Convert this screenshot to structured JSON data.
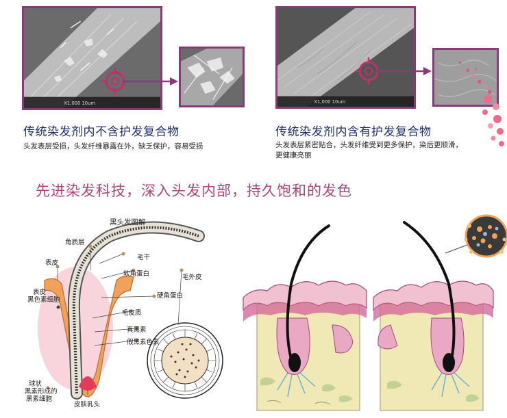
{
  "top_left": {
    "title": "传统染发剂内不含护发复合物",
    "desc": "头发表层受损，头发纤维暴露在外，缺乏保护，容易受损",
    "photo_scale_text": "X1,000   10um"
  },
  "top_right": {
    "title": "传统染发剂内含有护发复合物",
    "desc_line1": "头发表层紧密贴合，头发纤维受到更多保护，染后更顺滑，",
    "desc_line2": "更健康亮丽",
    "photo_scale_text": "X1,000   10um"
  },
  "headline": "先进染发科技，深入头发内部，持久饱和的发色",
  "hair_diagram": {
    "title": "黑头发图解",
    "labels": {
      "cuticle": "角质层",
      "epidermis": "表皮",
      "hair_shaft": "毛干",
      "soft_keratin": "软角蛋白",
      "outer_sheath": "毛外皮",
      "epidermal_melanocyte_1": "表皮",
      "epidermal_melanocyte_2": "黑色素细胞",
      "hard_keratin": "硬角蛋白",
      "cortex": "毛皮质",
      "eumelanin": "真黑素",
      "pheomelanin": "假黑素色素",
      "bulb_1": "球状",
      "bulb_2": "黑素形成的",
      "bulb_3": "黑素细胞",
      "papilla": "皮肤乳头"
    }
  },
  "colors": {
    "frame": "#8a3a7a",
    "title_blue": "#1c2f6e",
    "headline_pink": "#b0447f",
    "accent_magenta": "#c0306a"
  }
}
